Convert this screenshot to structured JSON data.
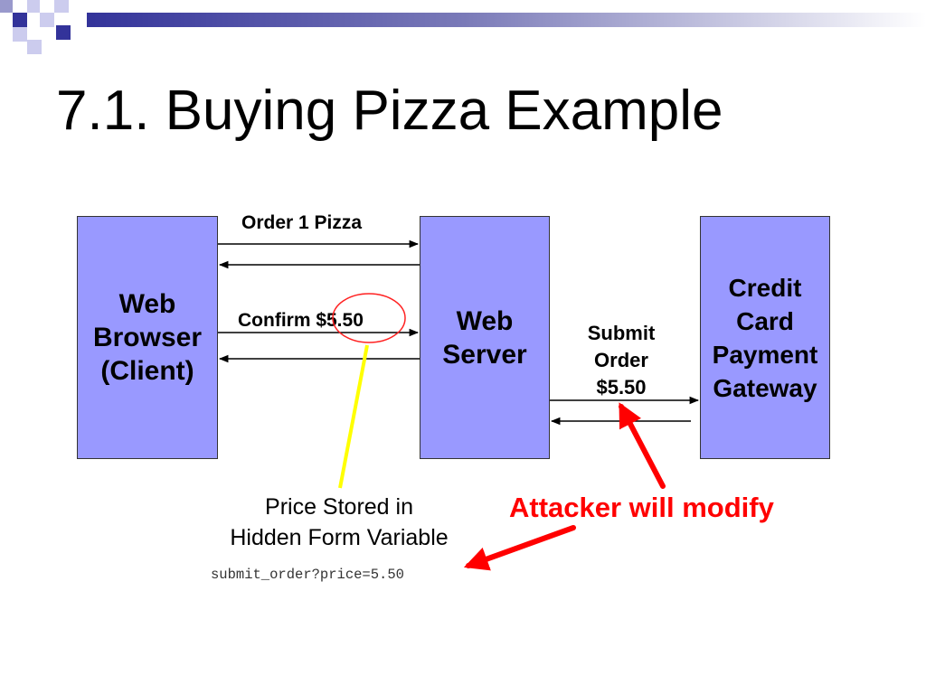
{
  "slide": {
    "title": "7.1. Buying Pizza Example"
  },
  "boxes": {
    "browser": "Web\nBrowser\n(Client)",
    "server": "Web\nServer",
    "gateway": "Credit\nCard\nPayment\nGateway"
  },
  "arrows": {
    "order_label": "Order 1 Pizza",
    "confirm_label": "Confirm $5.50",
    "submit_label": "Submit\nOrder\n$5.50"
  },
  "annotations": {
    "hidden_note": "Price Stored in\nHidden Form Variable",
    "url": "submit_order?price=5.50",
    "attacker": "Attacker will modify"
  },
  "colors": {
    "box_fill": "#9999ff",
    "accent_navy": "#33339a",
    "highlight_red": "#ff0000",
    "pointer_yellow": "#ffff00"
  }
}
